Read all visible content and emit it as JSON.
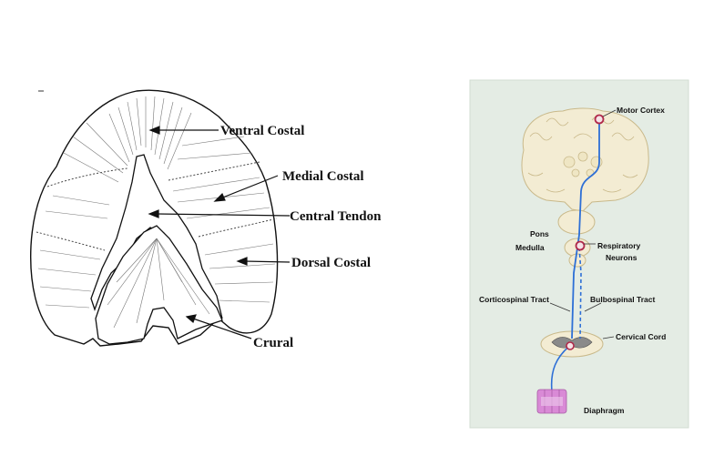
{
  "left_figure": {
    "labels": {
      "ventral_costal": "Ventral Costal",
      "medial_costal": "Medial Costal",
      "central_tendon": "Central Tendon",
      "dorsal_costal": "Dorsal Costal",
      "crural": "Crural"
    }
  },
  "right_figure": {
    "labels": {
      "motor_cortex": "Motor Cortex",
      "pons": "Pons",
      "medulla": "Medulla",
      "respiratory": "Respiratory",
      "neurons": "Neurons",
      "corticospinal_tract": "Corticospinal Tract",
      "bulbospinal_tract": "Bulbospinal Tract",
      "cervical_cord": "Cervical Cord",
      "diaphragm": "Diaphragm"
    },
    "colors": {
      "panel_background": "#e4ece4",
      "tissue": "#f3ecd3",
      "tissue_outline": "#c9b98a",
      "pathway": "#2d6fd6",
      "neuron_marker": "#b0294a",
      "diaphragm_muscle": "#d98ad6"
    }
  }
}
